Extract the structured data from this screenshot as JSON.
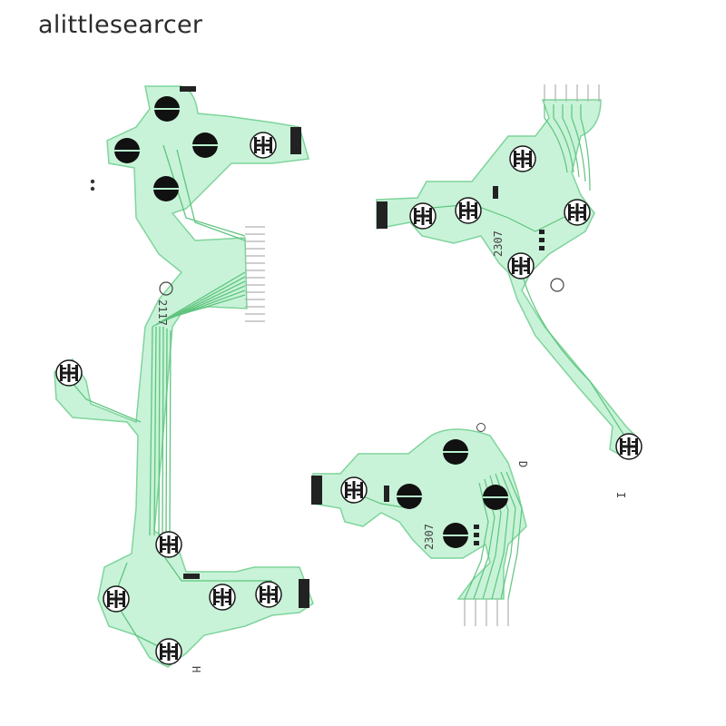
{
  "brand": {
    "watermark": "alittlesearcer"
  },
  "product": {
    "part_codes": [
      "2117",
      "2307",
      "2307"
    ],
    "board_letters": [
      "H",
      "I",
      "D"
    ]
  },
  "colors": {
    "film": "#b9f0cf",
    "trace": "#6fd08f",
    "pad": "#111111",
    "background": "#ffffff"
  }
}
